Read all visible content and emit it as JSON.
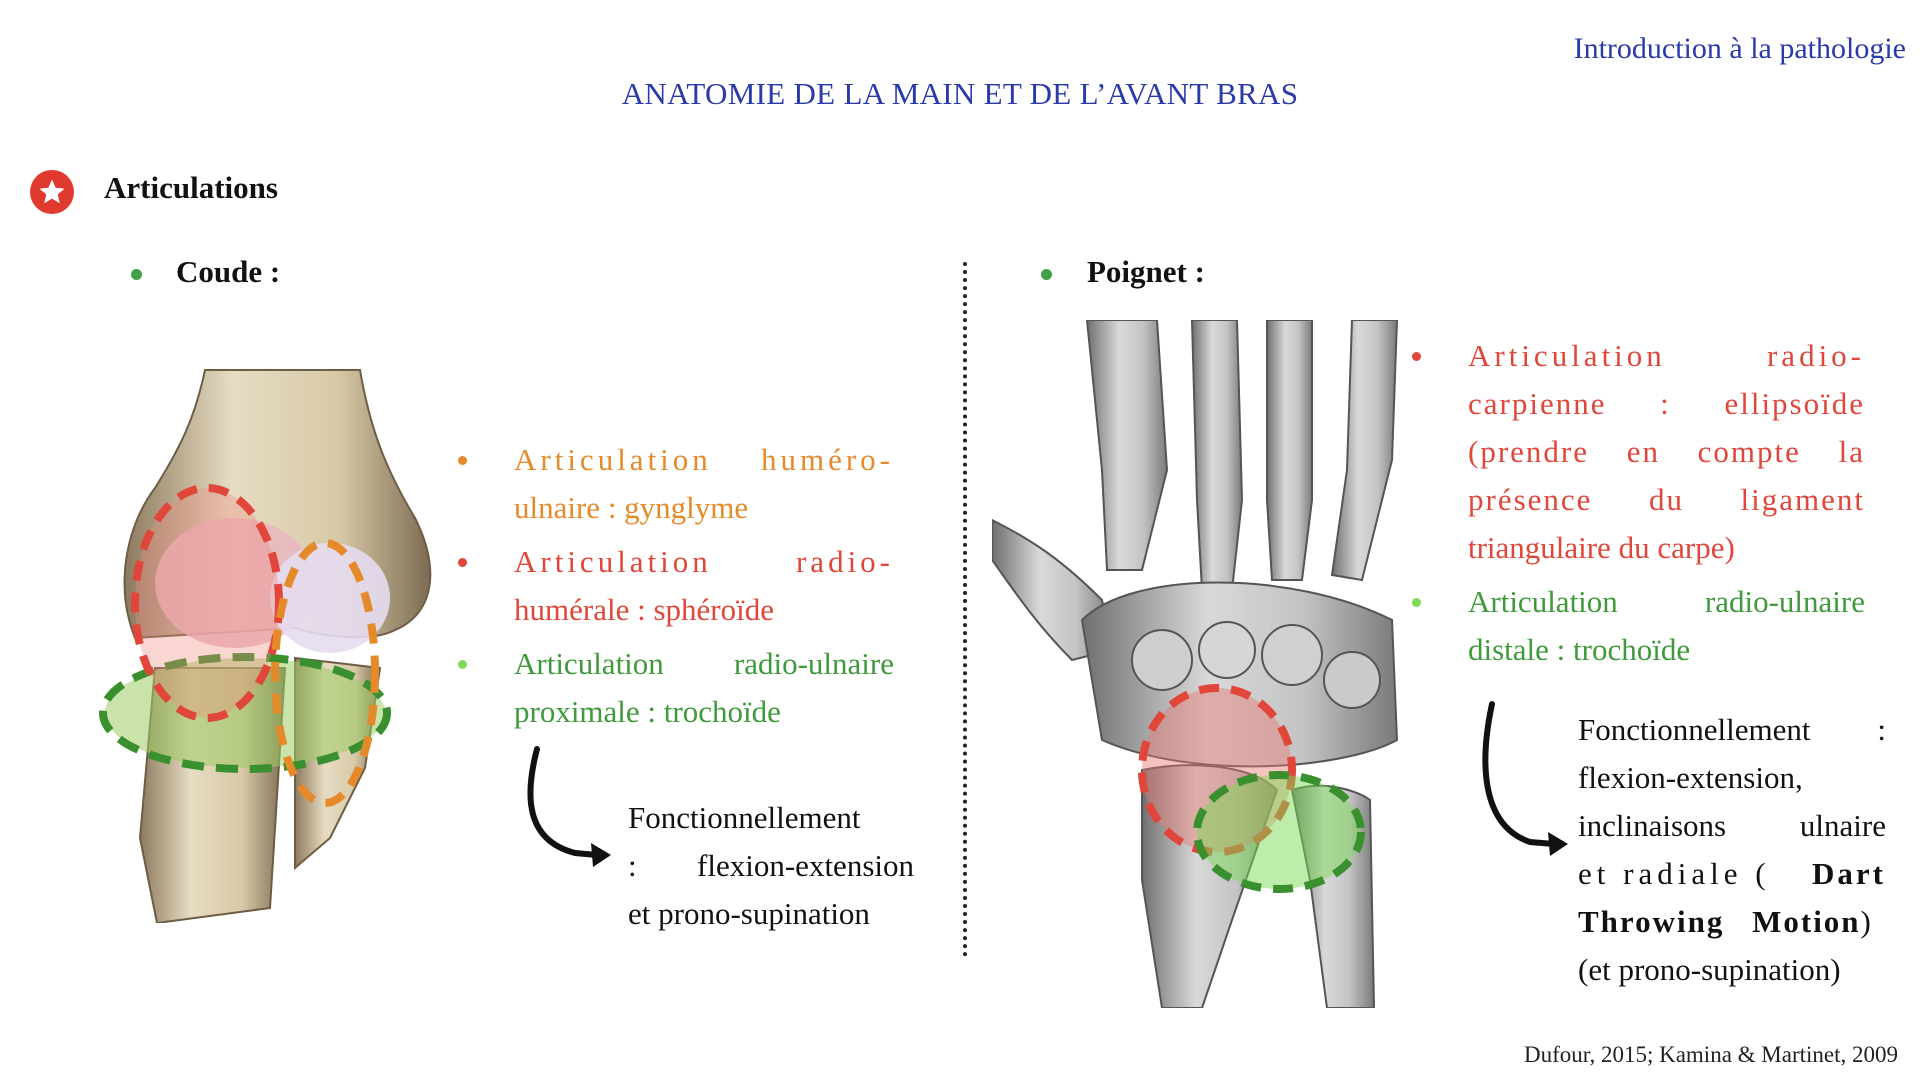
{
  "header": {
    "section_label": "Introduction à la pathologie",
    "title": "ANATOMIE DE LA MAIN ET DE L’AVANT BRAS"
  },
  "main": {
    "heading": "Articulations",
    "elbow": {
      "label": "Coude :",
      "items": [
        {
          "text_spaced": "Articulation huméro-",
          "text_rest": "ulnaire : gynglyme",
          "color": "#e58a2a"
        },
        {
          "text_spaced": "Articulation radio-",
          "text_rest": "humérale : sphéroïde",
          "color": "#e0463a"
        },
        {
          "text_spaced": "Articulation radio-ulnaire",
          "text_rest": "proximale : trochoïde",
          "color": "#3e9a3a"
        }
      ],
      "function": {
        "line1": "Fonctionnellement",
        "line2": ": flexion-extension",
        "line3": "et prono-supination"
      }
    },
    "wrist": {
      "label": "Poignet :",
      "items": [
        {
          "line1": "Articulation radio-",
          "line2": "carpienne : ellipsoïde",
          "line3": "(prendre en compte la",
          "line4": "présence du ligament",
          "line5": "triangulaire du carpe)",
          "color": "#e0463a"
        },
        {
          "line1": "Articulation radio-ulnaire",
          "line2": "distale : trochoïde",
          "color": "#3e9a3a"
        }
      ],
      "function": {
        "line1": "Fonctionnellement :",
        "line2": "flexion-extension,",
        "line3": "inclinaisons ulnaire",
        "line4_pre": "et radiale (",
        "line4_bold": "Dart",
        "line5_bold": "Throwing Motion",
        "line5_post": ")",
        "line6": "(et prono-supination)"
      }
    }
  },
  "footer": {
    "references": "Dufour, 2015; Kamina & Martinet, 2009"
  },
  "colors": {
    "title_blue": "#2a3aa8",
    "accent_red": "#e03a2e",
    "orange": "#e58a2a",
    "red": "#e0463a",
    "green": "#3e9a3a"
  },
  "icons": {
    "heading_badge": "star-icon",
    "curved_arrow": "curved-arrow-icon"
  }
}
